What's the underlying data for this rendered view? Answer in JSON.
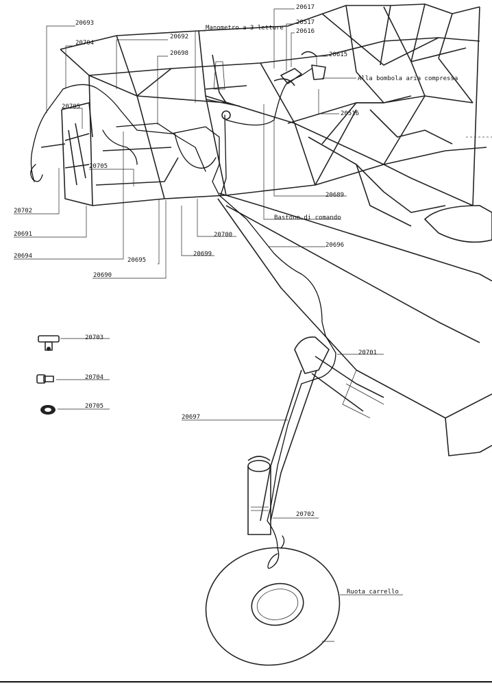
{
  "labels": {
    "l20693": "20693",
    "l20704a": "20704",
    "l20692": "20692",
    "l20698": "20698",
    "manometro": "Manometro a 3 letture",
    "l20617": "20617",
    "l20517": "20517",
    "l20616": "20616",
    "l20615": "20615",
    "bombola": "Alla bombola aria compressa",
    "l20516": "20516",
    "l20705a": "20705",
    "l20705b": "20705",
    "l20702a": "20702",
    "l20691": "20691",
    "l20694": "20694",
    "l20689": "20689",
    "bastone": "Bastone di comando",
    "l20700": "20700",
    "l20696": "20696",
    "l20699": "20699",
    "l20695": "20695",
    "l20690": "20690",
    "l20703": "20703",
    "l20701": "20701",
    "l20704b": "20704",
    "l20705c": "20705",
    "l20697": "20697",
    "l20702b": "20702",
    "ruota": "Ruota carrello"
  }
}
